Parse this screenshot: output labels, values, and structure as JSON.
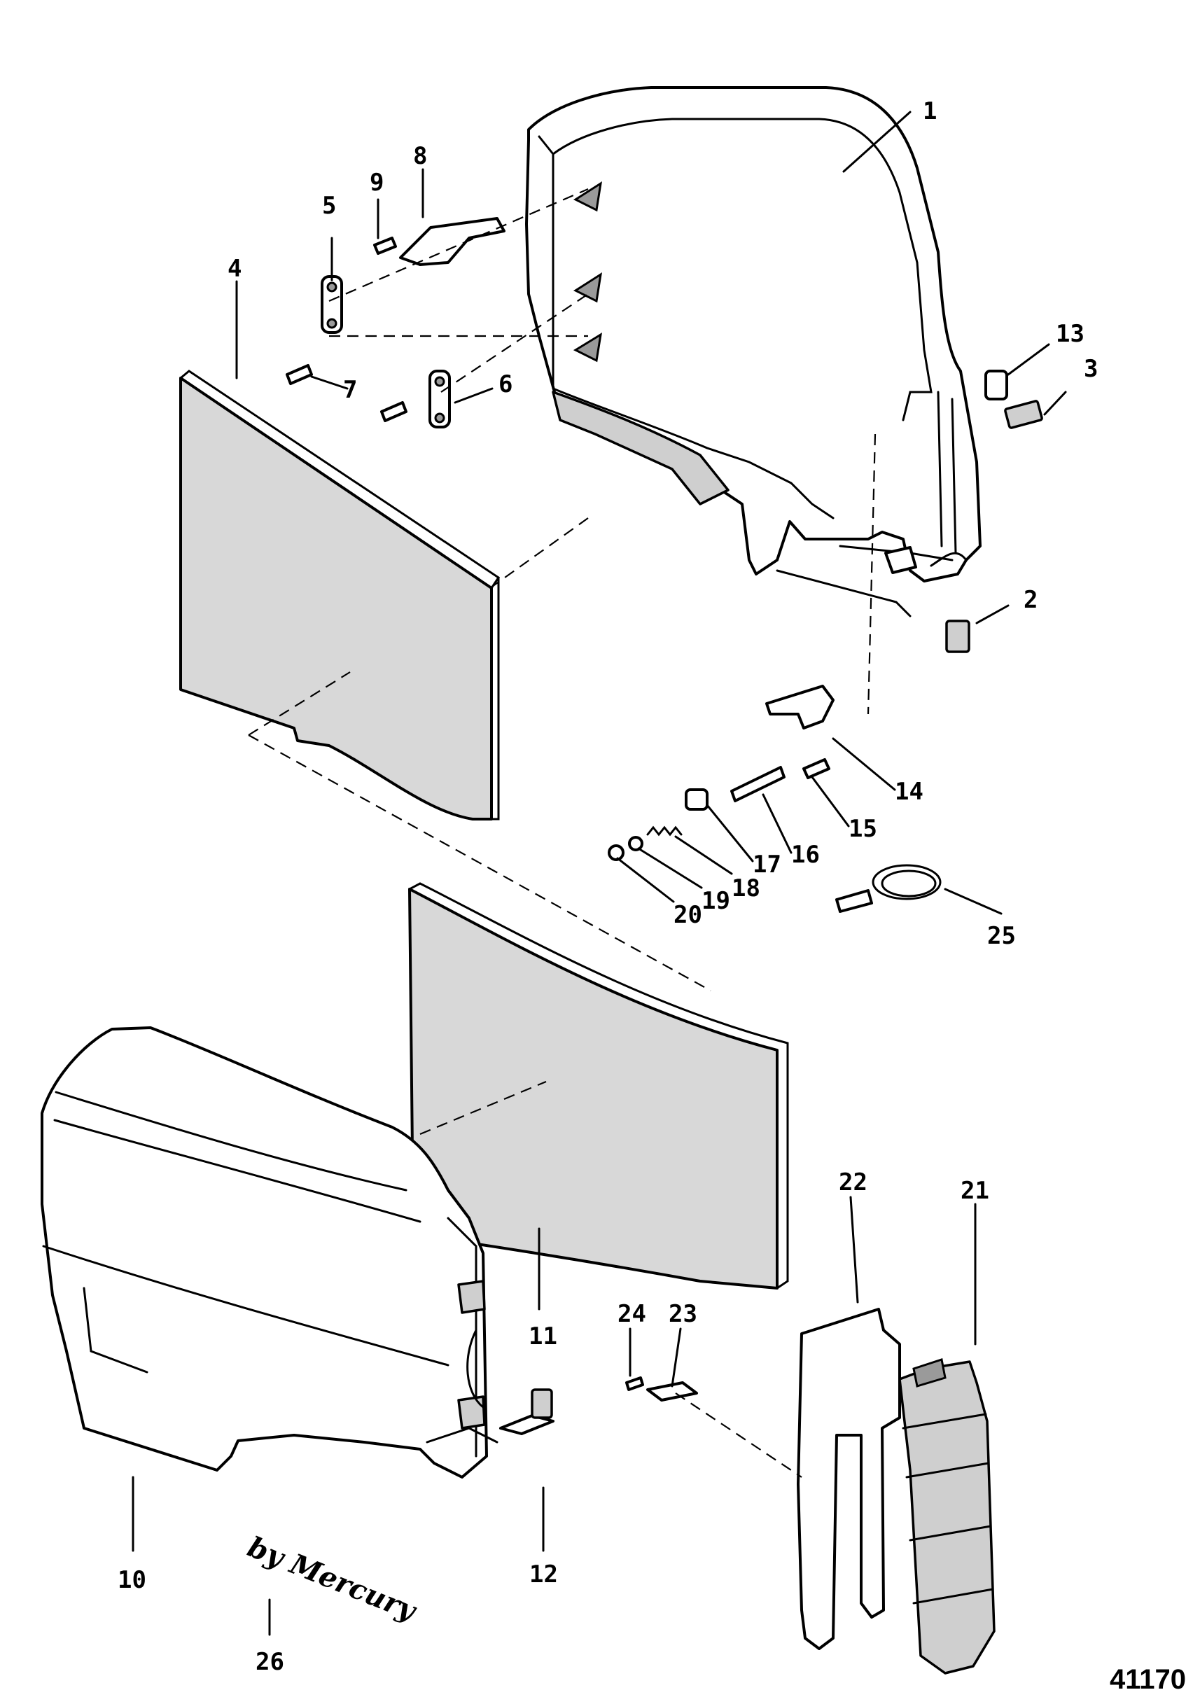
{
  "diagram": {
    "drawing_number": "41170",
    "decal_text": "by Mercury",
    "callouts": {
      "c1": "1",
      "c2": "2",
      "c3": "3",
      "c4": "4",
      "c5": "5",
      "c6": "6",
      "c7": "7",
      "c8": "8",
      "c9": "9",
      "c10": "10",
      "c11": "11",
      "c12": "12",
      "c13": "13",
      "c14": "14",
      "c15": "15",
      "c16": "16",
      "c17": "17",
      "c18": "18",
      "c19": "19",
      "c20": "20",
      "c21": "21",
      "c22": "22",
      "c23": "23",
      "c24": "24",
      "c25": "25",
      "c26": "26"
    }
  }
}
